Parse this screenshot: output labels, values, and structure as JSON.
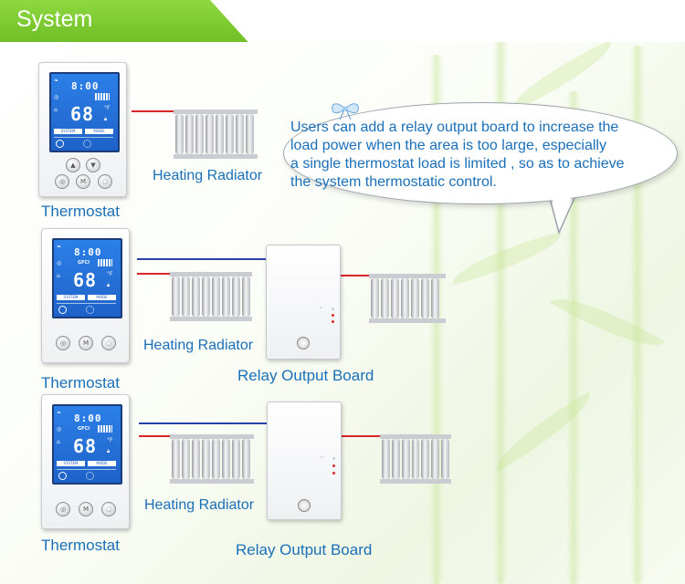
{
  "header": {
    "title": "System"
  },
  "bubble": {
    "lines": [
      "Users can add a relay output board to increase the",
      " load power when the area is too large, especially",
      "a single thermostat load is limited , so as to achieve",
      "the system thermostatic control."
    ]
  },
  "thermostat": {
    "time": "8:00",
    "temp": "68",
    "gfci": "GFCI",
    "tab_system": "SYSTEM",
    "tab_mode": "MODE",
    "btn_m": "M"
  },
  "labels": {
    "radiator_1": "Heating Radiator",
    "thermostat_1": "Thermostat",
    "radiator_2": "Heating Radiator",
    "thermostat_2": "Thermostat",
    "relay_2": "Relay Output Board",
    "radiator_3": "Heating Radiator",
    "thermostat_3": "Thermostat",
    "relay_3": "Relay Output Board"
  },
  "colors": {
    "accent_green": "#7ac943",
    "label_blue": "#1a6fb8",
    "wire_red": "#d9262b",
    "wire_blue": "#2b3fa6"
  },
  "icons": [
    "bow-icon",
    "up-arrow-icon",
    "mode-button-icon",
    "power-icon",
    "gear-icon",
    "sun-icon"
  ]
}
